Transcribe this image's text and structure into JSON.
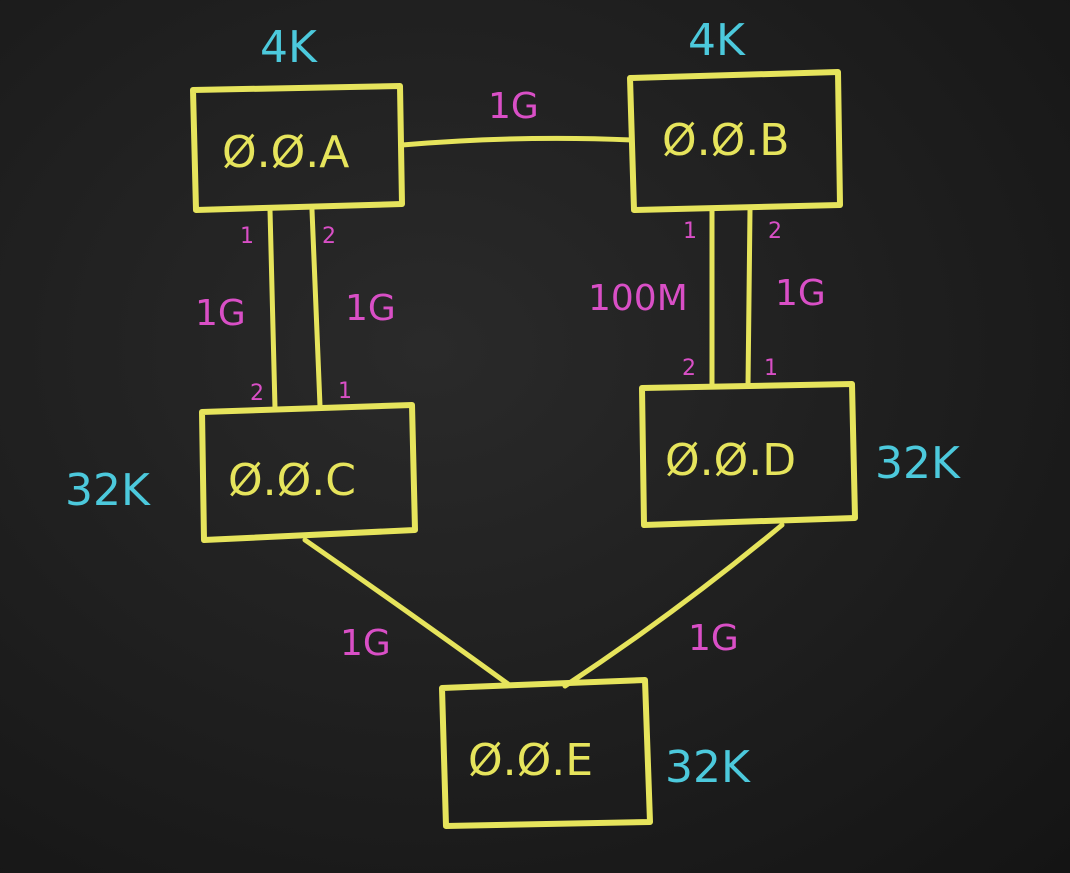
{
  "colors": {
    "box": "#e6e45c",
    "speed": "#d94fc6",
    "priority": "#4cc9dc",
    "background": "#1e1e1e"
  },
  "nodes": {
    "a": {
      "label": "Ø.Ø.A",
      "priority": "4K"
    },
    "b": {
      "label": "Ø.Ø.B",
      "priority": "4K"
    },
    "c": {
      "label": "Ø.Ø.C",
      "priority": "32K"
    },
    "d": {
      "label": "Ø.Ø.D",
      "priority": "32K"
    },
    "e": {
      "label": "Ø.Ø.E",
      "priority": "32K"
    }
  },
  "links": {
    "a_b": {
      "speed": "1G"
    },
    "a_c_1": {
      "speed": "1G",
      "port_top": "1",
      "port_bottom": "2"
    },
    "a_c_2": {
      "speed": "1G",
      "port_top": "2",
      "port_bottom": "1"
    },
    "b_d_1": {
      "speed": "100M",
      "port_top": "1",
      "port_bottom": "2"
    },
    "b_d_2": {
      "speed": "1G",
      "port_top": "2",
      "port_bottom": "1"
    },
    "c_e": {
      "speed": "1G"
    },
    "d_e": {
      "speed": "1G"
    }
  }
}
